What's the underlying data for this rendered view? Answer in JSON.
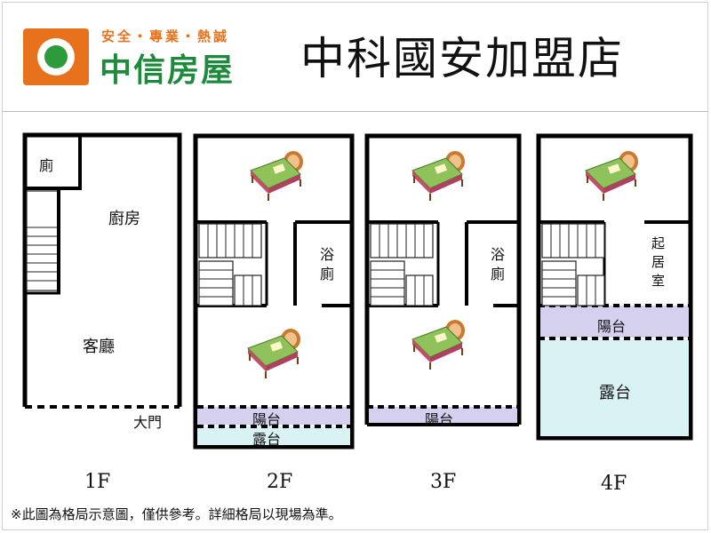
{
  "header": {
    "slogan": "安全・專業・熱誠",
    "brand": "中信房屋",
    "store_name": "中科國安加盟店"
  },
  "colors": {
    "brand_orange": "#e8711c",
    "brand_green": "#1e8a3c",
    "balcony": "#d4d0ee",
    "terrace": "#d9f2f4",
    "bed_frame": "#c97a30",
    "bed_blanket": "#8fc25a"
  },
  "floors": [
    {
      "label": "1F",
      "rooms": {
        "toilet": "廁",
        "kitchen": "廚房",
        "living": "客廳",
        "door": "大門"
      }
    },
    {
      "label": "2F",
      "rooms": {
        "bath": "浴廁",
        "balcony": "陽台",
        "terrace": "露台"
      }
    },
    {
      "label": "3F",
      "rooms": {
        "bath": "浴廁",
        "balcony": "陽台"
      }
    },
    {
      "label": "4F",
      "rooms": {
        "family": "起居室",
        "balcony": "陽台",
        "terrace": "露台"
      }
    }
  ],
  "icons": [
    "bed-icon",
    "staircase-icon"
  ],
  "footnote": "※此圖為格局示意圖，僅供參考。詳細格局以現場為準。"
}
